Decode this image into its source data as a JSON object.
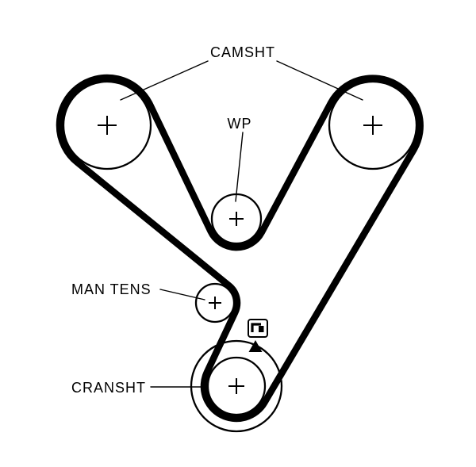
{
  "diagram": {
    "type": "timing-belt-routing",
    "labels": {
      "camshaft": "CAMSHT",
      "water_pump": "WP",
      "manual_tensioner": "MAN TENS",
      "crankshaft": "CRANSHT"
    },
    "icons": {
      "pulley_center_mark": "plus-icon",
      "rotation_direction": "rotation-arrow-icon",
      "tension_tool": "tension-tool-icon"
    },
    "colors": {
      "line": "#000000",
      "background": "#ffffff"
    }
  }
}
